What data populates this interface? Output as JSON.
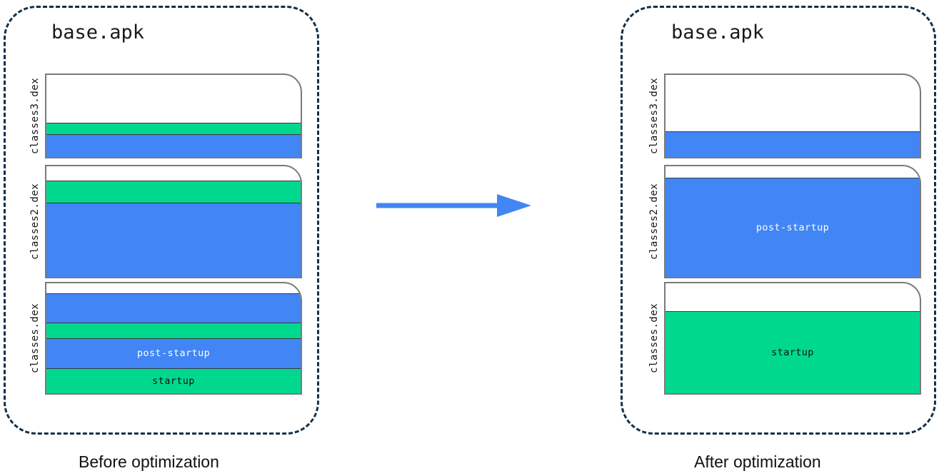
{
  "diagram": {
    "title_left": "base.apk",
    "title_right": "base.apk",
    "caption_left": "Before optimization",
    "caption_right": "After optimization",
    "arrow_label": "transforms-into-arrow",
    "colors": {
      "blue_post_startup": "#4285f4",
      "green_startup": "#00d98d",
      "panel_border": "#123048",
      "card_border": "#7a7a7a",
      "arrow": "#4285f4",
      "background": "#ffffff"
    },
    "legend_terms": {
      "startup": "startup",
      "post_startup": "post-startup"
    }
  },
  "before": {
    "panel_name": "base.apk",
    "dex_files": [
      {
        "label": "classes3.dex",
        "segments": [
          {
            "kind": "empty",
            "text": "",
            "height_pct": 58
          },
          {
            "kind": "green",
            "text": "",
            "height_pct": 14
          },
          {
            "kind": "blue",
            "text": "",
            "height_pct": 28
          }
        ]
      },
      {
        "label": "classes2.dex",
        "segments": [
          {
            "kind": "empty",
            "text": "",
            "height_pct": 13
          },
          {
            "kind": "green",
            "text": "",
            "height_pct": 20
          },
          {
            "kind": "blue",
            "text": "",
            "height_pct": 67
          }
        ]
      },
      {
        "label": "classes.dex",
        "segments": [
          {
            "kind": "empty",
            "text": "",
            "height_pct": 9
          },
          {
            "kind": "blue",
            "text": "",
            "height_pct": 27
          },
          {
            "kind": "green",
            "text": "",
            "height_pct": 14
          },
          {
            "kind": "blue",
            "text": "post-startup",
            "height_pct": 27
          },
          {
            "kind": "green",
            "text": "startup",
            "height_pct": 23
          }
        ]
      }
    ]
  },
  "after": {
    "panel_name": "base.apk",
    "dex_files": [
      {
        "label": "classes3.dex",
        "segments": [
          {
            "kind": "empty",
            "text": "",
            "height_pct": 69
          },
          {
            "kind": "blue",
            "text": "",
            "height_pct": 31
          }
        ]
      },
      {
        "label": "classes2.dex",
        "segments": [
          {
            "kind": "empty",
            "text": "",
            "height_pct": 10
          },
          {
            "kind": "blue",
            "text": "post-startup",
            "height_pct": 90
          }
        ]
      },
      {
        "label": "classes.dex",
        "segments": [
          {
            "kind": "empty",
            "text": "",
            "height_pct": 25
          },
          {
            "kind": "green",
            "text": "startup",
            "height_pct": 75
          }
        ]
      }
    ]
  }
}
